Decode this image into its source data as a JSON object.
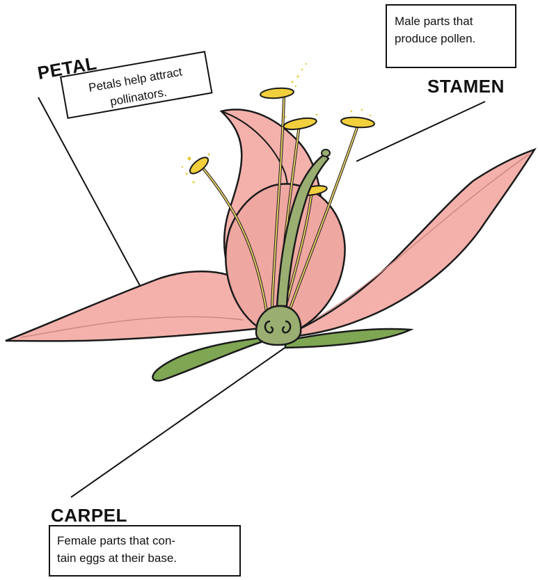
{
  "labels": {
    "petal": {
      "title": "PETAL",
      "desc_lines": [
        "Petals help attract",
        "pollinators."
      ]
    },
    "stamen": {
      "title": "STAMEN",
      "desc_lines": [
        "Male parts that",
        "produce pollen."
      ]
    },
    "carpel": {
      "title": "CARPEL",
      "desc_lines": [
        "Female parts that con-",
        "tain eggs at their base."
      ]
    }
  },
  "colors": {
    "petal_fill": "#f4b1ab",
    "petal_shade": "#e99a95",
    "leaf_fill": "#7fa653",
    "carpel_fill": "#9aae72",
    "stamen_filament": "#e7cf6a",
    "anther_fill": "#f2cf3c",
    "outline": "#1a1a1a"
  }
}
